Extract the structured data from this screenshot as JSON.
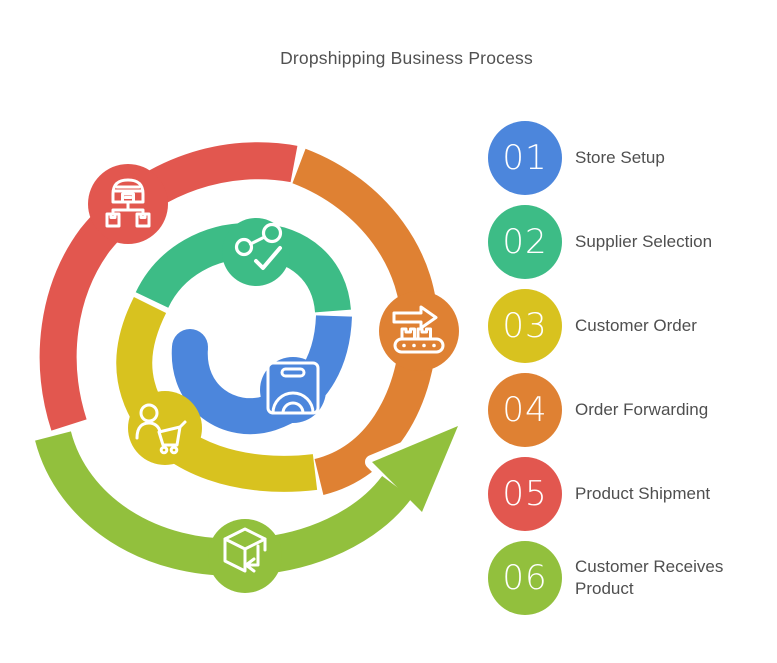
{
  "title": "Dropshipping Business Process",
  "colors": {
    "blue": "#4c86dc",
    "green": "#3dbc86",
    "yellow": "#d8c21f",
    "orange": "#df8133",
    "red": "#e2574f",
    "lime": "#92c03d",
    "icon_stroke": "#ffffff",
    "label_text": "#4f4f4f",
    "title_text": "#515151"
  },
  "legend": {
    "items": [
      {
        "number": "01",
        "label": "Store Setup",
        "color": "#4c86dc"
      },
      {
        "number": "02",
        "label": "Supplier Selection",
        "color": "#3dbc86"
      },
      {
        "number": "03",
        "label": "Customer Order",
        "color": "#d8c21f"
      },
      {
        "number": "04",
        "label": "Order Forwarding",
        "color": "#df8133"
      },
      {
        "number": "05",
        "label": "Product Shipment",
        "color": "#e2574f"
      },
      {
        "number": "06",
        "label": "Customer Receives Product",
        "color": "#92c03d"
      }
    ]
  },
  "diagram": {
    "description": "Spiral process arrow flowing counterclockwise from center outward, ending in arrowhead",
    "segments": [
      {
        "step": "01",
        "name": "store-setup",
        "color": "#4c86dc",
        "icon": "shopping-bag-scale-icon"
      },
      {
        "step": "02",
        "name": "supplier-selection",
        "color": "#3dbc86",
        "icon": "share-check-icon"
      },
      {
        "step": "03",
        "name": "customer-order",
        "color": "#d8c21f",
        "icon": "person-cart-icon"
      },
      {
        "step": "04",
        "name": "order-forwarding",
        "color": "#df8133",
        "icon": "conveyor-arrow-icon"
      },
      {
        "step": "05",
        "name": "product-shipment",
        "color": "#e2574f",
        "icon": "warehouse-distribution-icon"
      },
      {
        "step": "06",
        "name": "customer-receives-product",
        "color": "#92c03d",
        "icon": "box-return-icon"
      }
    ]
  }
}
